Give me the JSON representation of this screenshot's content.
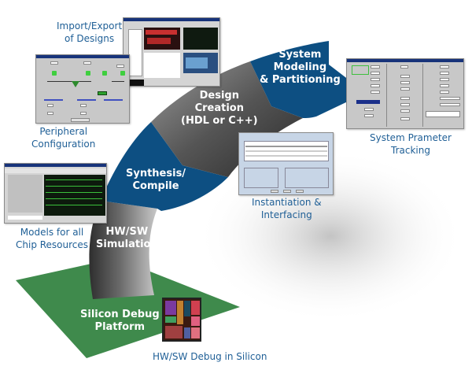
{
  "diagram": {
    "title": "Design flow arch",
    "stages": [
      {
        "id": "system-modeling",
        "lines": [
          "System",
          "Modeling",
          "& Partitioning"
        ],
        "color": "#0d4f82"
      },
      {
        "id": "design-creation",
        "lines": [
          "Design",
          "Creation",
          "(HDL or C++)"
        ],
        "color": "#555555"
      },
      {
        "id": "synthesis-compile",
        "lines": [
          "Synthesis/",
          "Compile"
        ],
        "color": "#0d4f82"
      },
      {
        "id": "hw-sw-simulation",
        "lines": [
          "HW/SW",
          "Simulation"
        ],
        "color": "#555555"
      },
      {
        "id": "silicon-debug-platform",
        "lines": [
          "Silicon Debug",
          "Platform"
        ],
        "color": "#3f8a4c"
      }
    ],
    "callouts": [
      {
        "id": "import-export",
        "lines": [
          "Import/Export",
          "of Designs"
        ]
      },
      {
        "id": "peripheral-config",
        "lines": [
          "Peripheral",
          "Configuration"
        ]
      },
      {
        "id": "system-parameter",
        "lines": [
          "System Prameter",
          "Tracking"
        ]
      },
      {
        "id": "instantiation",
        "lines": [
          "Instantiation &",
          "Interfacing"
        ]
      },
      {
        "id": "models",
        "lines": [
          "Models for all",
          "Chip Resources"
        ]
      },
      {
        "id": "debug-silicon",
        "lines": [
          "HW/SW Debug in Silicon"
        ]
      }
    ],
    "colors": {
      "blue": "#0d4f82",
      "gray_dark": "#3a3a3a",
      "gray_light": "#b5b5b5",
      "green": "#3f8a4c",
      "caption": "#1f5f96"
    }
  }
}
